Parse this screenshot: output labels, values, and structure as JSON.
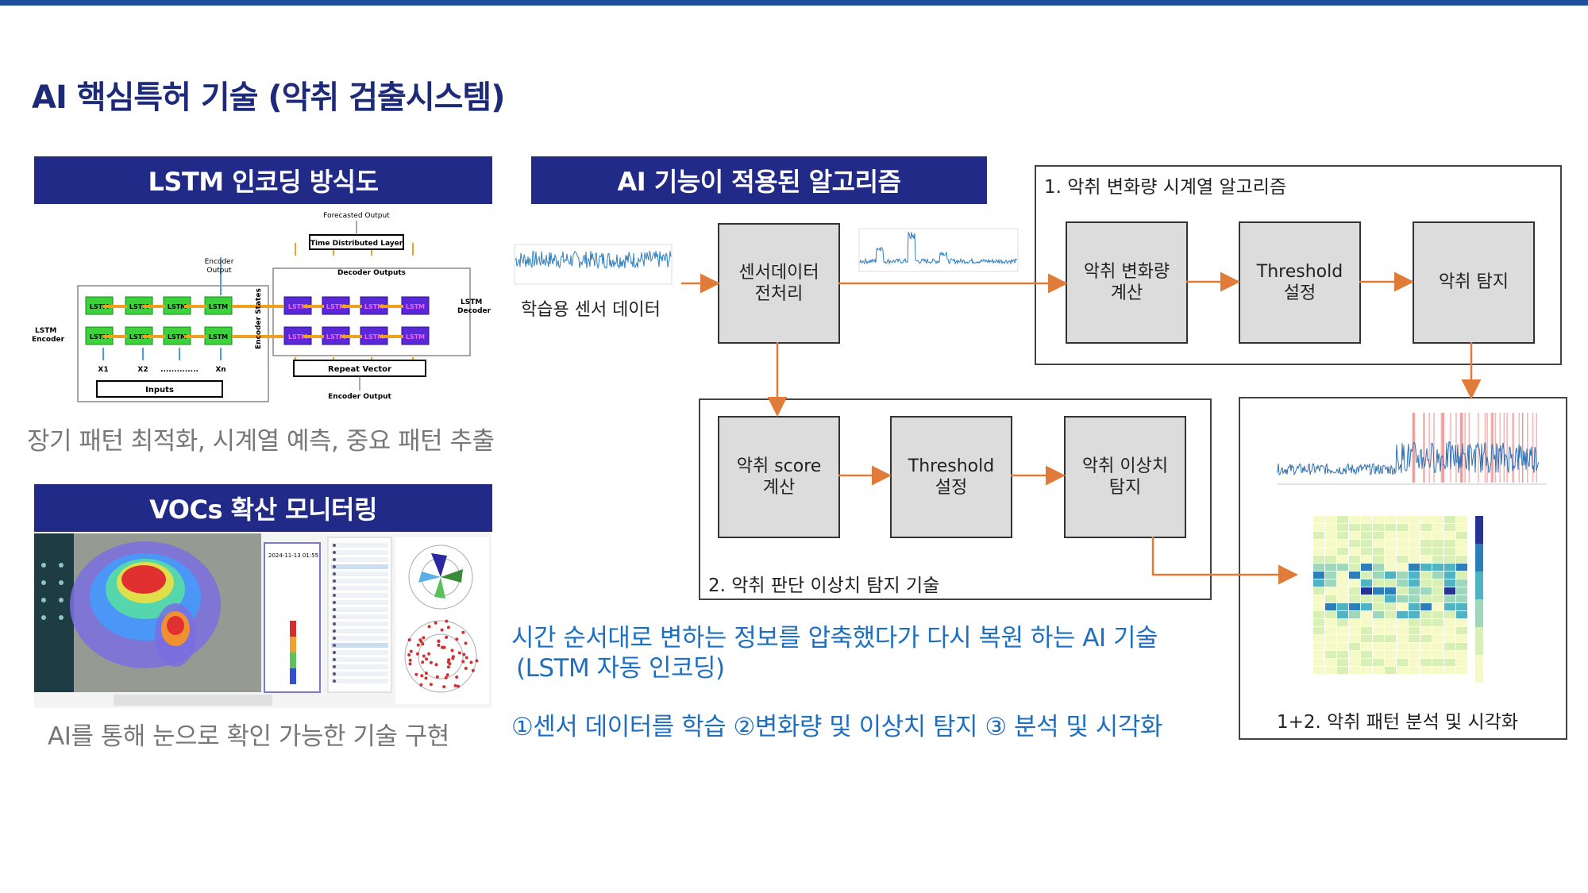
{
  "page_title": "AI 핵심특허 기술 (악취 검출시스템)",
  "lstm_section": {
    "banner": "LSTM 인코딩 방식도",
    "diagram": {
      "forecasted_output": "Forecasted Output",
      "time_distributed": "Time Distributed Layer",
      "encoder_output_top": "Encoder Output",
      "decoder_outputs": "Decoder Outputs",
      "encoder_states": "Encoder States",
      "lstm_encoder": "LSTM Encoder",
      "lstm_decoder": "LSTM Decoder",
      "cell_label": "LSTM",
      "x_labels": [
        "X1",
        "X2",
        "..............",
        "Xn"
      ],
      "inputs": "Inputs",
      "repeat_vector": "Repeat Vector",
      "encoder_output_bottom": "Encoder Output"
    },
    "caption": "장기 패턴 최적화, 시계열 예측, 중요 패턴 추출"
  },
  "vocs_section": {
    "banner": "VOCs 확산 모니터링",
    "screenshot_time": "2024-11-13 01:55",
    "caption": "AI를 통해 눈으로 확인 가능한 기술 구현"
  },
  "ai_algo_section": {
    "banner": "AI 기능이 적용된 알고리즘",
    "sensor_label": "학습용 센서 데이터",
    "preprocess_box": [
      "센서데이터",
      "전처리"
    ],
    "group1": {
      "title": "1. 악취 변화량 시계열 알고리즘",
      "box1": [
        "악취 변화량",
        "계산"
      ],
      "box2": [
        "Threshold",
        "설정"
      ],
      "box3": [
        "악취 탐지"
      ]
    },
    "group2": {
      "title": "2. 악취 판단 이상치 탐지 기술",
      "box1": [
        "악취 score",
        "계산"
      ],
      "box2": [
        "Threshold",
        "설정"
      ],
      "box3": [
        "악취 이상치",
        "탐지"
      ]
    },
    "group3": {
      "title": "1+2. 악취 패턴 분석 및 시각화"
    },
    "desc_line1": "시간 순서대로 변하는 정보를 압축했다가 다시 복원 하는 AI 기술",
    "desc_line2": "(LSTM 자동 인코딩)",
    "steps": "①센서 데이터를 학습  ②변화량 및 이상치 탐지 ③ 분석 및 시각화"
  },
  "colors": {
    "banner": "#212a86",
    "title": "#1d2a78",
    "arrow": "#e07b39",
    "encoder_cell": "#3cd23c",
    "decoder_cell": "#5a28d8",
    "signal": "#2f7fc0",
    "accent_blue": "#1e6fc0"
  }
}
